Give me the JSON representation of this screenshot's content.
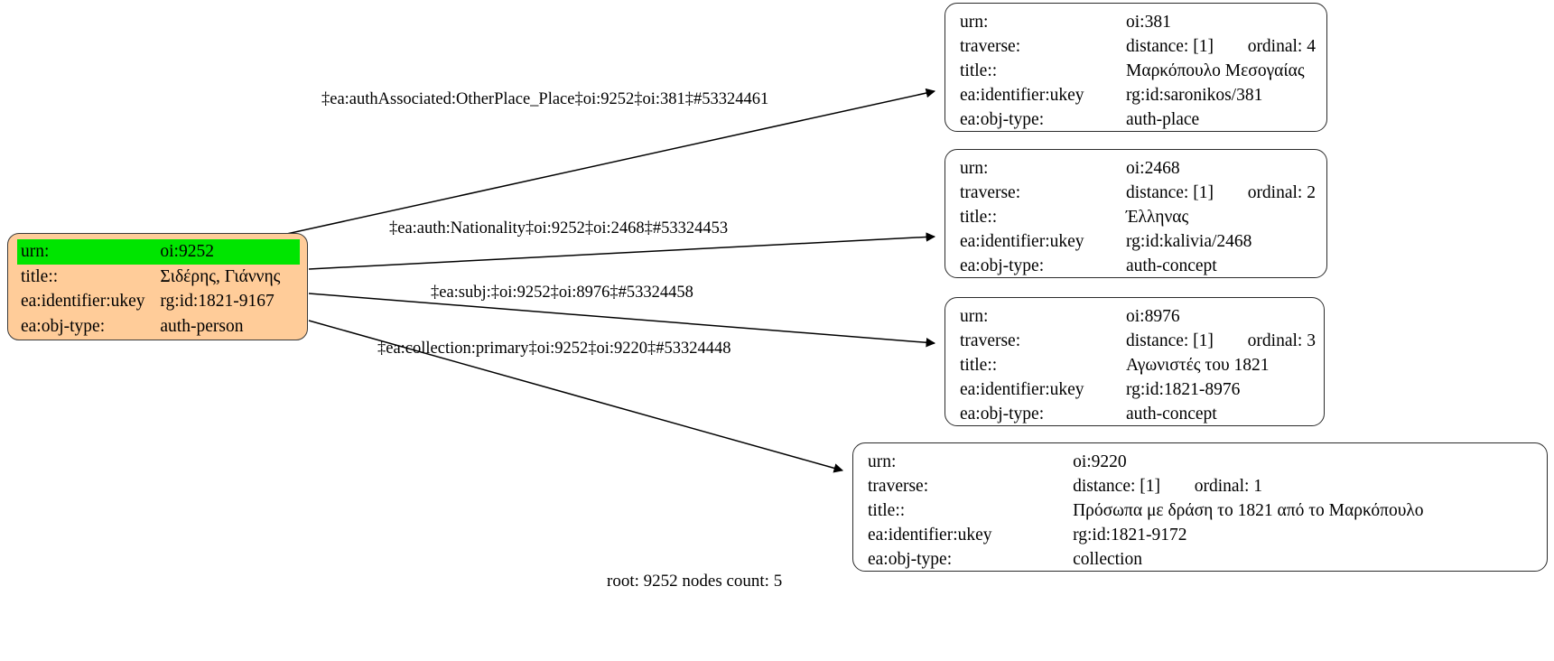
{
  "graph": {
    "footer": "root: 9252 nodes count: 5",
    "colors": {
      "root_fill": "#ffcc99",
      "root_highlight": "#00e500",
      "node_fill": "#ffffff",
      "stroke": "#2b2b2b"
    },
    "root_node": {
      "id": "9252",
      "rows": [
        {
          "key": "urn:",
          "value": "oi:9252",
          "highlight": true
        },
        {
          "key": "title::",
          "value": "Σιδέρης, Γιάννης",
          "highlight": false
        },
        {
          "key": "ea:identifier:ukey",
          "value": "rg:id:1821-9167",
          "highlight": false
        },
        {
          "key": "ea:obj-type:",
          "value": "auth-person",
          "highlight": false
        }
      ]
    },
    "nodes": [
      {
        "id": "381",
        "rows": [
          {
            "key": "urn:",
            "value": "oi:381"
          },
          {
            "key": "traverse:",
            "value": "distance: [1]",
            "value2": "ordinal: 4"
          },
          {
            "key": "title::",
            "value": "Μαρκόπουλο Μεσογαίας"
          },
          {
            "key": "ea:identifier:ukey",
            "value": "rg:id:saronikos/381"
          },
          {
            "key": "ea:obj-type:",
            "value": "auth-place"
          }
        ]
      },
      {
        "id": "2468",
        "rows": [
          {
            "key": "urn:",
            "value": "oi:2468"
          },
          {
            "key": "traverse:",
            "value": "distance: [1]",
            "value2": "ordinal: 2"
          },
          {
            "key": "title::",
            "value": "Έλληνας"
          },
          {
            "key": "ea:identifier:ukey",
            "value": "rg:id:kalivia/2468"
          },
          {
            "key": "ea:obj-type:",
            "value": "auth-concept"
          }
        ]
      },
      {
        "id": "8976",
        "rows": [
          {
            "key": "urn:",
            "value": "oi:8976"
          },
          {
            "key": "traverse:",
            "value": "distance: [1]",
            "value2": "ordinal: 3"
          },
          {
            "key": "title::",
            "value": "Αγωνιστές του 1821"
          },
          {
            "key": "ea:identifier:ukey",
            "value": "rg:id:1821-8976"
          },
          {
            "key": "ea:obj-type:",
            "value": "auth-concept"
          }
        ]
      },
      {
        "id": "9220",
        "rows": [
          {
            "key": "urn:",
            "value": "oi:9220"
          },
          {
            "key": "traverse:",
            "value": "distance: [1]",
            "value2": "ordinal: 1"
          },
          {
            "key": "title::",
            "value": "Πρόσωπα με δράση το 1821 από το Μαρκόπουλο"
          },
          {
            "key": "ea:identifier:ukey",
            "value": "rg:id:1821-9172"
          },
          {
            "key": "ea:obj-type:",
            "value": "collection"
          }
        ]
      }
    ],
    "edges": [
      {
        "label": "‡ea:authAssociated:OtherPlace_Place‡oi:9252‡oi:381‡#53324461",
        "from": "9252",
        "to": "381"
      },
      {
        "label": "‡ea:auth:Nationality‡oi:9252‡oi:2468‡#53324453",
        "from": "9252",
        "to": "2468"
      },
      {
        "label": "‡ea:subj:‡oi:9252‡oi:8976‡#53324458",
        "from": "9252",
        "to": "8976"
      },
      {
        "label": "‡ea:collection:primary‡oi:9252‡oi:9220‡#53324448",
        "from": "9252",
        "to": "9220"
      }
    ]
  }
}
